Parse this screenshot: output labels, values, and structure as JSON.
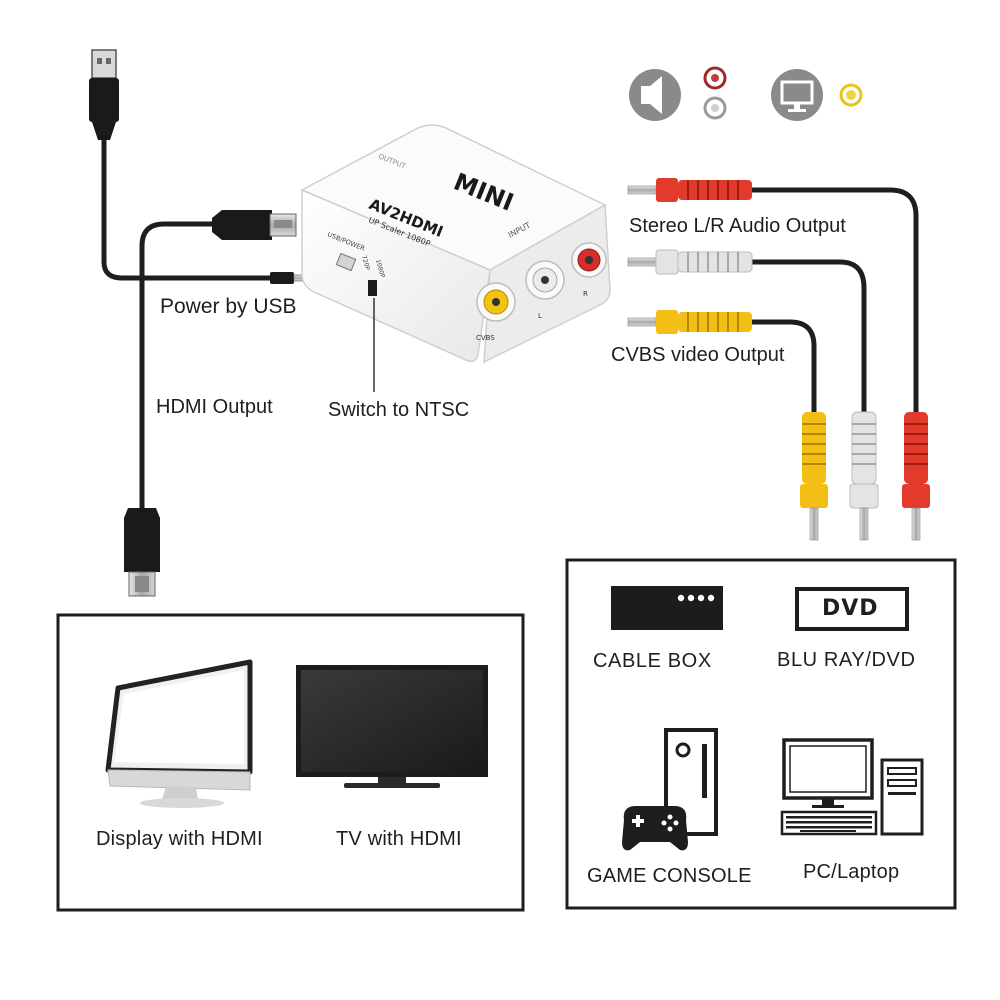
{
  "adapter": {
    "brand": "MINI",
    "model": "AV2HDMI",
    "tagline": "UP Scaler 1080P",
    "top_label": "OUTPUT",
    "input_label": "INPUT",
    "usb_label": "USB/POWER",
    "switch_720": "720P",
    "switch_1080": "1080P",
    "jack_cvbs": "CVBS",
    "jack_l": "L",
    "jack_r": "R"
  },
  "callouts": {
    "power_usb": "Power by USB",
    "hdmi_output": "HDMI Output",
    "switch_ntsc": "Switch to NTSC",
    "stereo_audio": "Stereo L/R Audio Output",
    "cvbs_video": "CVBS video Output"
  },
  "top_icons": [
    {
      "icon": "speaker-icon",
      "jacks": [
        "red",
        "white"
      ]
    },
    {
      "icon": "monitor-icon",
      "jacks": [
        "yellow"
      ]
    }
  ],
  "output_devices": [
    {
      "label": "Display with HDMI",
      "icon": "monitor-display-icon"
    },
    {
      "label": "TV with HDMI",
      "icon": "tv-icon"
    }
  ],
  "input_devices": [
    {
      "label": "CABLE BOX",
      "icon": "cable-box-icon"
    },
    {
      "label": "BLU RAY/DVD",
      "icon": "dvd-player-icon",
      "badge": "DVD"
    },
    {
      "label": "GAME CONSOLE",
      "icon": "game-console-icon"
    },
    {
      "label": "PC/Laptop",
      "icon": "desktop-pc-icon"
    }
  ],
  "colors": {
    "rca_red": "#e23a2b",
    "rca_white": "#e4e4e4",
    "rca_yellow": "#f3bf14",
    "cable": "#1e1e1e",
    "icon_gray": "#8a8a8a",
    "adapter_body": "#f7f7f7"
  }
}
